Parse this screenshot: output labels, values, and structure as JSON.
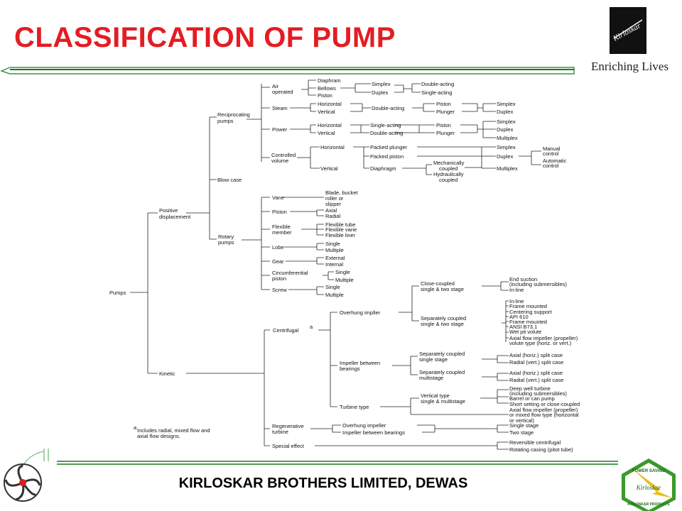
{
  "header": {
    "title": "CLASSIFICATION OF PUMP",
    "tagline": "Enriching Lives",
    "brand_logo_text": "Kirloskar"
  },
  "footer": {
    "company": "KIRLOSKAR BROTHERS LIMITED, DEWAS"
  },
  "badge": {
    "text_top": "POWER SAVING",
    "text_center": "Kirloskar",
    "text_bottom": "KIRLOSKAR PRODUCTS"
  },
  "colors": {
    "title": "#e51c23",
    "rule": "#1a7a1a",
    "badge": "#3a9a2a"
  },
  "labels": {
    "pumps": "Pumps",
    "positive": "Positive",
    "displacement": "displacement",
    "kinetic": "Kinetic",
    "recip1": "Reciprocating",
    "recip2": "pumps",
    "blowcase": "Blow case",
    "rotary1": "Rotary",
    "rotary2": "pumps",
    "air1": "Air",
    "air2": "operated",
    "steam": "Steam",
    "power": "Power",
    "cv1": "Controlled",
    "cv2": "volume",
    "diaphram": "Diaphram",
    "bellows": "Bellows",
    "piston": "Piston",
    "simplex": "Simplex",
    "duplex": "Duplex",
    "multiplex": "Multiplex",
    "double_acting_dash": "Double-acting",
    "single_acting_dash": "Single-acting",
    "horizontal": "Horizontal",
    "vertical": "Vertical",
    "plunger": "Plunger",
    "packed_plunger": "Packed plunger",
    "packed_piston": "Packed piston",
    "diaphragm": "Diaphragm",
    "mech1": "Mechanically",
    "coupled": "coupled",
    "hyd1": "Hydraulically",
    "manual1": "Manual",
    "control": "control",
    "auto1": "Automatic",
    "vane": "Vane",
    "blade1": "Blade, bucket",
    "blade2": "roller or",
    "blade3": "slipper",
    "axial": "Axial",
    "radial": "Radial",
    "flex1": "Flexible",
    "flex2": "member",
    "flex_tube": "Flexible tube",
    "flex_vane": "Flexible vane",
    "flex_liner": "Flexible liner",
    "lobe": "Lobe",
    "single": "Single",
    "multiple": "Multiple",
    "gear": "Gear",
    "external": "External",
    "internal": "Internal",
    "circ1": "Circumferential",
    "circ2": "piston",
    "screw": "Screw",
    "centrifugal": "Centrifugal",
    "sup_a": "a",
    "overhung": "Overhung impller",
    "close1": "Close-coupled",
    "single_two": "single & two stage",
    "end1": "End suction",
    "end2": "(including submersibles)",
    "inline": "In-line",
    "sep_coupled": "Separately coupled",
    "frame_mounted": "Frame mounted",
    "centering": "Centering support",
    "api": "API 610",
    "ansi": "ANSI B73.1",
    "wetpit": "Wet pit volute",
    "axprop1": "Axial flow impeller (propeller)",
    "axprop2": "volute type (horiz. or vert.)",
    "ibb1": "Impeller between",
    "ibb2": "bearings",
    "single_stage_lc": "single stage",
    "multistage": "multistage",
    "axial_split": "Axial (horiz.) split case",
    "radial_split": "Radial (vert.) split case",
    "turbine_type": "Turbine type",
    "vt1": "Vertical type",
    "vt2": "single & multistage",
    "deepwell1": "Deep well turbine",
    "barrel": "Barrel or can pump",
    "short": "Short setting or close-coupled",
    "axmix2": "or mixed flow type (horizontal",
    "axmix3": "or vertical)",
    "regen1": "Regenerative",
    "regen2": "turbine",
    "overhung_impeller": "Overhung impeller",
    "ibb_full": "Impeller between bearings",
    "single_stage": "Single stage",
    "two_stage": "Two stage",
    "special": "Special effect",
    "reversible": "Reversible centrifugal",
    "rotating": "Rotating casing (pitot tube)",
    "note_a": "a",
    "note1": "Includes radial, mixed flow and",
    "note2": "axial flow designs."
  }
}
